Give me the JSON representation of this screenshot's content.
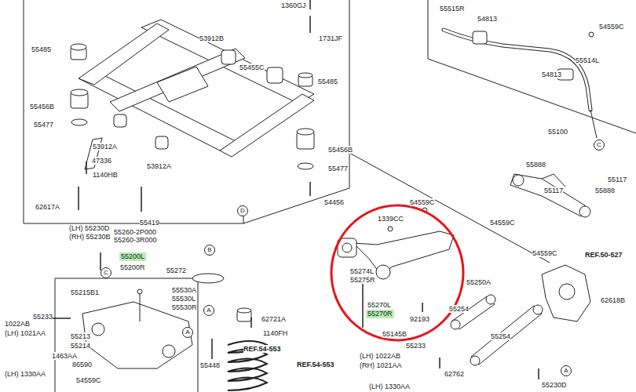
{
  "diagram": {
    "nodes": [
      {
        "text": [
          "C"
        ]
      },
      {
        "text": [
          "D"
        ]
      },
      {
        "text": [
          "B"
        ]
      },
      {
        "text": [
          "55200L"
        ]
      },
      {
        "text": [
          "C"
        ]
      },
      {
        "text": [
          "A"
        ]
      },
      {
        "text": [
          "55270R"
        ]
      },
      {
        "text": [
          "A"
        ]
      },
      {
        "text": [
          "A"
        ]
      }
    ],
    "labels": [
      "1360GJ",
      "53912B",
      "1731JF",
      "55455C",
      "55485",
      "55485",
      "55456B",
      "55477",
      "53912A",
      "47336",
      "1140HB",
      "53912A",
      "55456B",
      "55477",
      "62617A",
      "55419",
      "54456",
      "55515R",
      "54813",
      "54559C",
      "55514L",
      "54813",
      "55100",
      "55888",
      "55117",
      "55117",
      "55888",
      "54559C",
      "54559C",
      "1339CC",
      "54559C",
      "REF.50-527",
      "62618B",
      "55274L",
      "55275R",
      "55270L",
      "92193",
      "55145B",
      "55250A",
      "55254",
      "55254",
      "55233",
      "(LH) 1022AB",
      "(RH) 1021AA",
      "(LH) 1330AA",
      "62762",
      "55230D",
      "(LH) 55230D",
      "55260-2P000",
      "(RH) 55230B",
      "55260-3R000",
      "55200R",
      "55272",
      "55215B1",
      "55530A",
      "55530L",
      "55530R",
      "55233",
      "1022AB",
      "(LH) 1021AA",
      "55213",
      "55214",
      "1463AA",
      "86590",
      "(LH) 1330AA",
      "54559C",
      "55448",
      "62721A",
      "1140FH",
      "REF.54-553",
      "REF.54-553"
    ]
  }
}
